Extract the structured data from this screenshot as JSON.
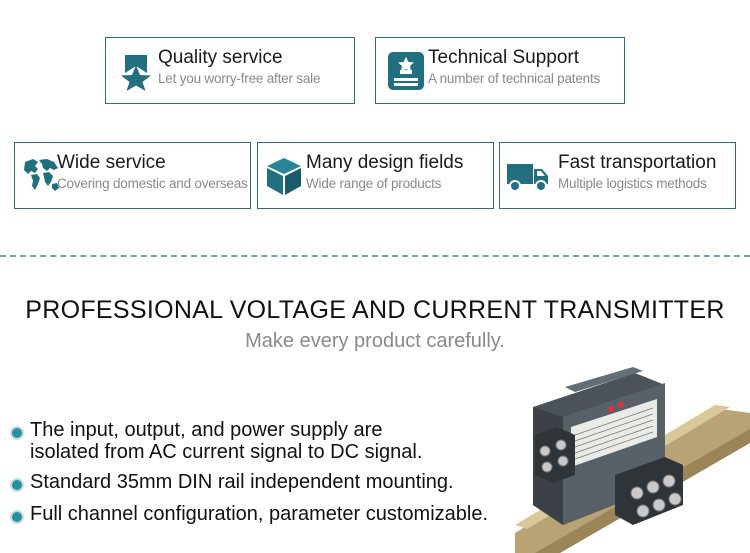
{
  "features": [
    {
      "title": "Quality service",
      "subtitle": "Let you worry-free after sale",
      "icon": "ribbon-star-icon"
    },
    {
      "title": "Technical Support",
      "subtitle": "A number of technical patents",
      "icon": "patent-certificate-icon"
    },
    {
      "title": "Wide service",
      "subtitle": "Covering domestic and overseas",
      "icon": "globe-icon"
    },
    {
      "title": "Many design fields",
      "subtitle": "Wide range of products",
      "icon": "cube-icon"
    },
    {
      "title": "Fast transportation",
      "subtitle": "Multiple logistics methods",
      "icon": "truck-icon"
    }
  ],
  "heading": {
    "title": "PROFESSIONAL VOLTAGE AND CURRENT TRANSMITTER",
    "subtitle": "Make every product carefully."
  },
  "bullets": [
    {
      "line1": "The input, output, and power supply are",
      "line2": "isolated from AC current signal to DC signal."
    },
    {
      "line1": "Standard 35mm DIN rail independent mounting."
    },
    {
      "line1": "Full channel configuration, parameter customizable."
    }
  ],
  "colors": {
    "accent": "#2e6e7c",
    "icon": "#226f80",
    "bullet": "#2a8fa0",
    "subtitle_text": "#8a8a8a"
  }
}
